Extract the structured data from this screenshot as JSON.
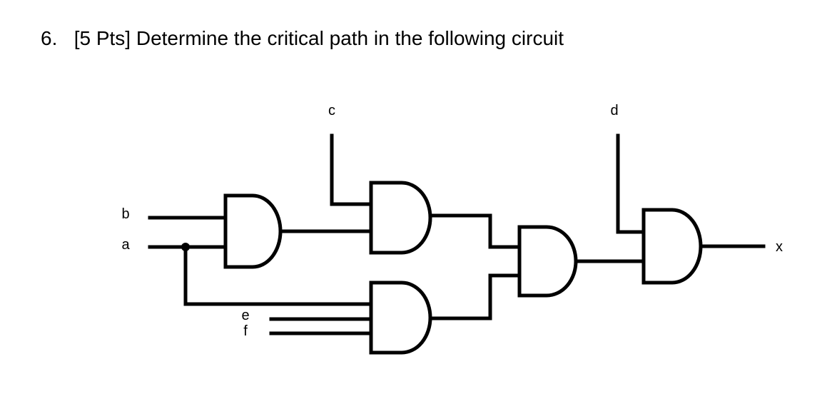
{
  "question": {
    "number": "6.",
    "points": "[5 Pts]",
    "text": "Determine the critical path in the following circuit"
  },
  "circuit": {
    "gate_type": "AND",
    "inputs": [
      "b",
      "a",
      "c",
      "d",
      "e",
      "f"
    ],
    "output": "x",
    "labels": {
      "b": "b",
      "a": "a",
      "c": "c",
      "d": "d",
      "e": "e",
      "f": "f",
      "x": "x"
    }
  }
}
